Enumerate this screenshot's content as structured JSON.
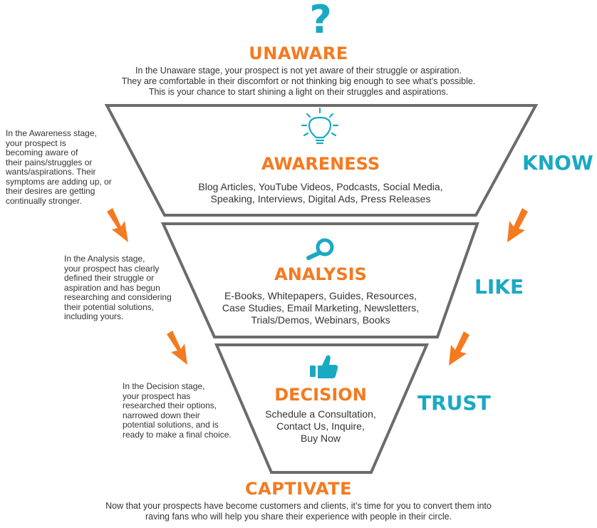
{
  "colors": {
    "orange": "#f47a20",
    "teal": "#1aa9c3",
    "funnel_stroke": "#6b6b6b",
    "text": "#333333"
  },
  "icons": {
    "unaware": "question-mark-icon",
    "awareness": "lightbulb-icon",
    "analysis": "magnifier-icon",
    "decision": "thumbs-up-icon",
    "arrow": "down-arrow-icon"
  },
  "unaware": {
    "title": "UNAWARE",
    "line1": "In the Unaware stage, your prospect is not yet aware of their struggle or aspiration.",
    "line2": "They are comfortable in their discomfort or not thinking big enough to see what’s possible.",
    "line3": "This is your chance to start shining a light on their struggles and aspirations."
  },
  "awareness": {
    "title": "AWARENESS",
    "line1": "Blog Articles, YouTube Videos, Podcasts, Social Media,",
    "line2": "Speaking, Interviews, Digital Ads, Press Releases",
    "note": [
      "In the Awareness stage,",
      "your prospect is",
      "becoming aware of",
      "their pains/struggles or",
      "wants/aspirations. Their",
      "symptoms are adding up, or",
      "their desires are getting",
      "continually stronger."
    ]
  },
  "analysis": {
    "title": "ANALYSIS",
    "line1": "E-Books, Whitepapers, Guides, Resources,",
    "line2": "Case Studies, Email Marketing, Newsletters,",
    "line3": "Trials/Demos, Webinars, Books",
    "note": [
      "In the Analysis stage,",
      "your prospect has clearly",
      "defined their struggle or",
      "aspiration and has begun",
      "researching and considering",
      "their potential solutions,",
      "including yours."
    ]
  },
  "decision": {
    "title": "DECISION",
    "line1": "Schedule a Consultation,",
    "line2": "Contact Us, Inquire,",
    "line3": "Buy Now",
    "note": [
      "In the Decision stage,",
      "your prospect has",
      "researched their options,",
      "narrowed down their",
      "potential solutions, and is",
      "ready to make a final choice."
    ]
  },
  "captivate": {
    "title": "CAPTIVATE",
    "line1": "Now that your prospects have become customers and clients, it’s time for you to convert them into",
    "line2": "raving fans who will help you share their experience with people in their circle."
  },
  "labels": {
    "know": "KNOW",
    "like": "LIKE",
    "trust": "TRUST"
  }
}
